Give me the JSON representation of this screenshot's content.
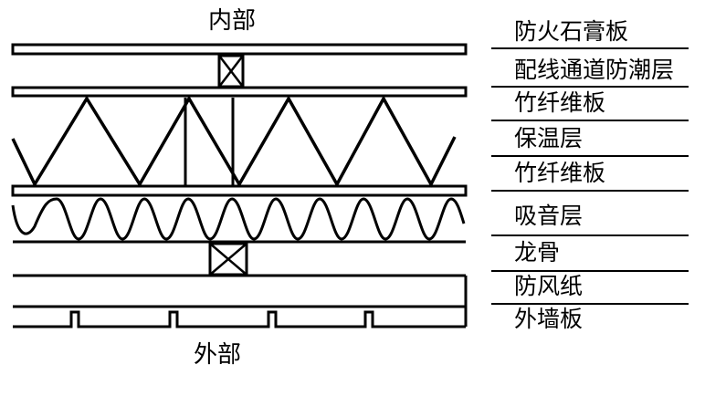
{
  "diagram": {
    "labels": {
      "inner": "内部",
      "outer": "外部"
    },
    "layers": [
      {
        "id": "gypsum",
        "label": "防火石膏板"
      },
      {
        "id": "cavity",
        "label": "配线通道防潮层"
      },
      {
        "id": "bamboo-1",
        "label": "竹纤维板"
      },
      {
        "id": "insulation",
        "label": "保温层"
      },
      {
        "id": "bamboo-2",
        "label": "竹纤维板"
      },
      {
        "id": "acoustic",
        "label": "吸音层"
      },
      {
        "id": "keel",
        "label": "龙骨"
      },
      {
        "id": "windproof",
        "label": "防风纸"
      },
      {
        "id": "cladding",
        "label": "外墙板"
      }
    ],
    "line_color": "#000000"
  }
}
